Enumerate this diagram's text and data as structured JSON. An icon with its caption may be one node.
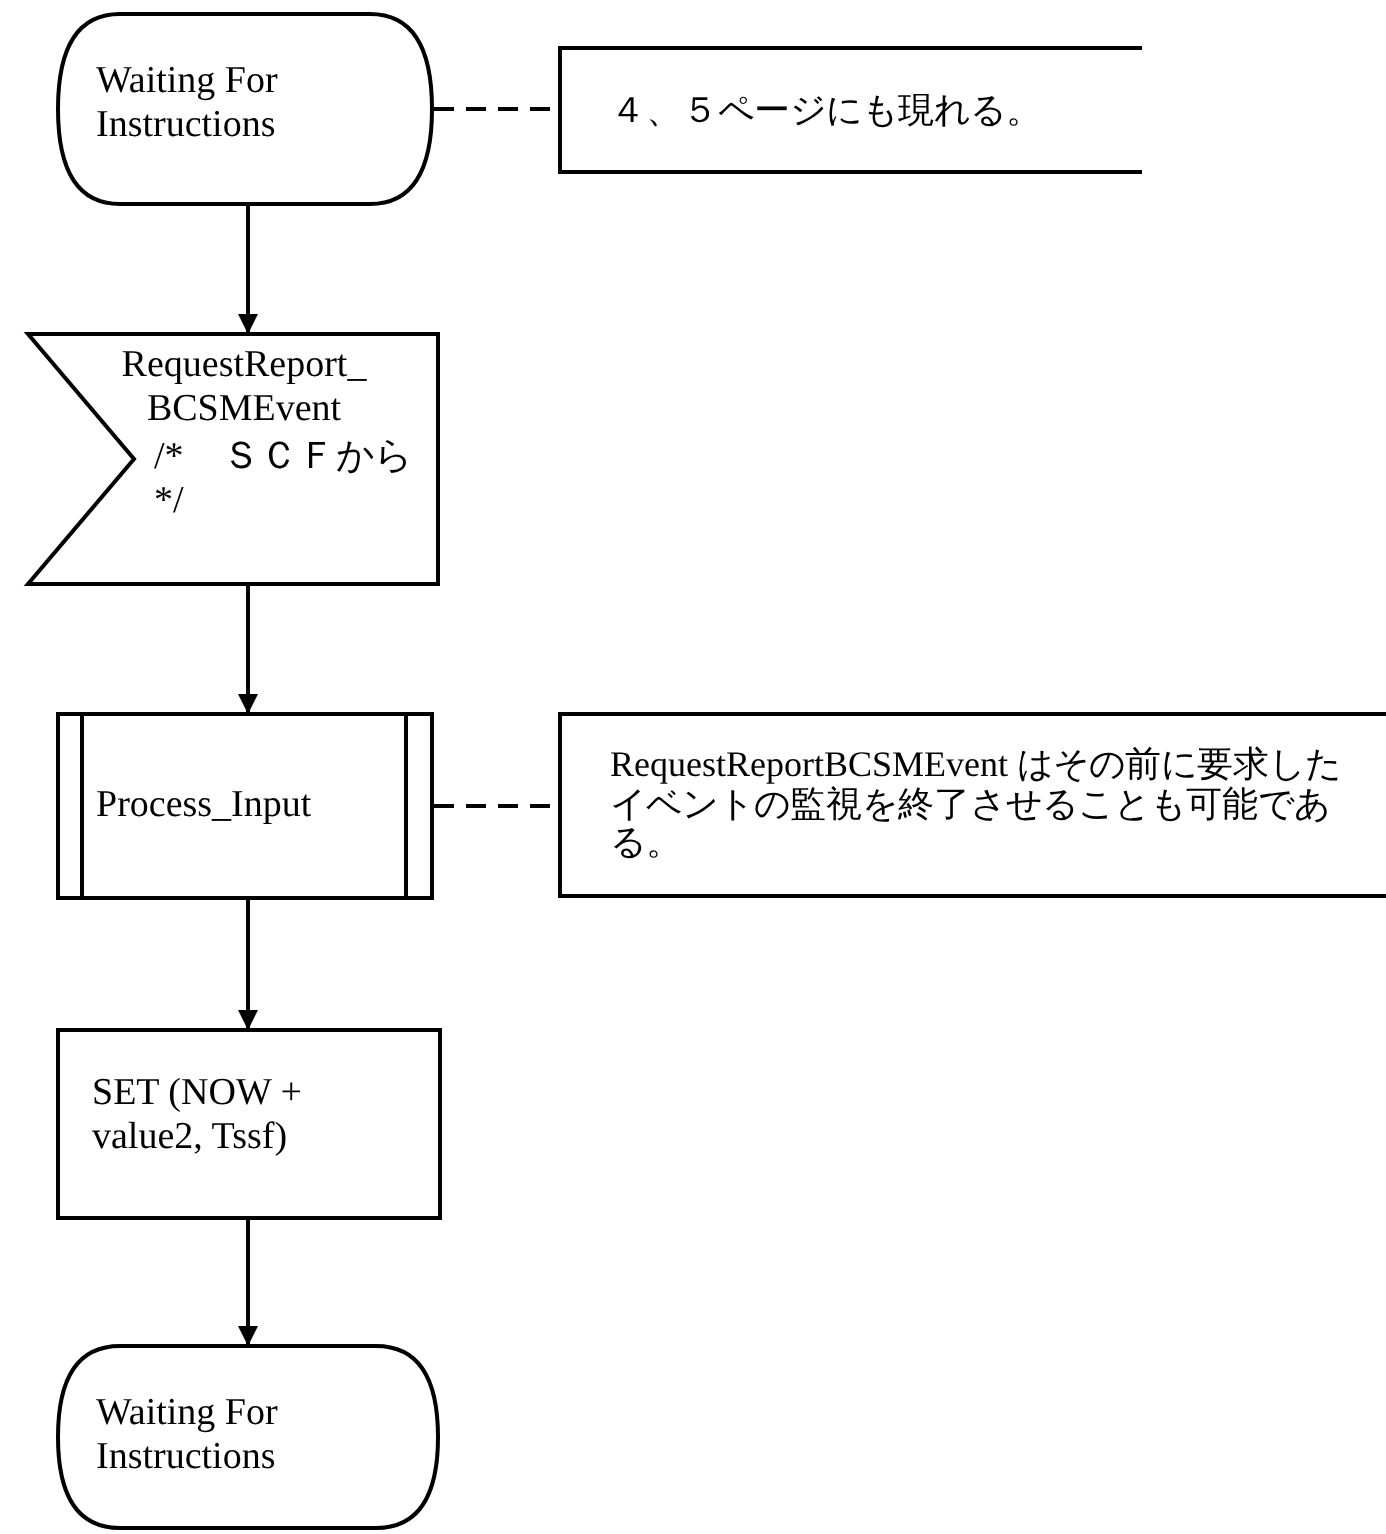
{
  "diagram": {
    "nodes": [
      {
        "text": [
          "Waiting For Instructions"
        ]
      },
      {
        "text": [
          "４、５ページにも現れる。"
        ]
      },
      {
        "text": [
          "RequestReport_ BCSMEvent",
          "/*　ＳＣＦから */"
        ]
      },
      {
        "text": [
          "Process_Input"
        ]
      },
      {
        "text": [
          "RequestReportBCSMEvent はその前に要求したイベントの監視を終了させることも可能である。"
        ]
      },
      {
        "text": [
          "SET (NOW + value2, Tssf)"
        ]
      },
      {
        "text": [
          "Waiting For Instructions"
        ]
      }
    ],
    "edges": [
      {
        "from": 0,
        "to": 1,
        "arrow": "none",
        "style": "dashed"
      },
      {
        "from": 0,
        "to": 2,
        "arrow": "to"
      },
      {
        "from": 2,
        "to": 3,
        "arrow": "to"
      },
      {
        "from": 3,
        "to": 4,
        "arrow": "none",
        "style": "dashed"
      },
      {
        "from": 3,
        "to": 5,
        "arrow": "to"
      },
      {
        "from": 5,
        "to": 6,
        "arrow": "to"
      }
    ]
  }
}
